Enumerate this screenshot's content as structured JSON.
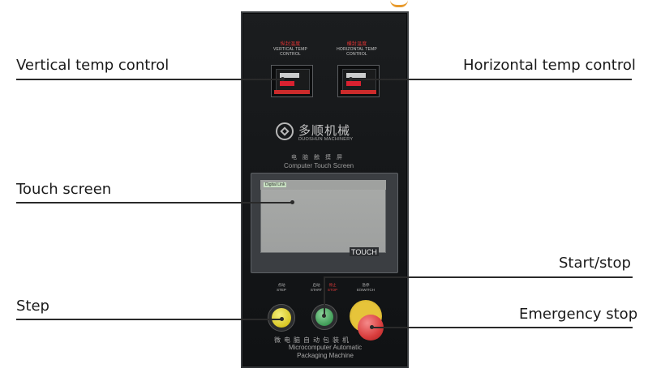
{
  "callouts": {
    "vertical_temp": "Vertical temp control",
    "horizontal_temp": "Horizontal temp control",
    "touch_screen": "Touch screen",
    "start_stop": "Start/stop",
    "step": "Step",
    "emergency_stop": "Emergency stop"
  },
  "panel": {
    "vertical_title_cn": "纵封温度",
    "vertical_title_en": "VERTICAL TEMP CONTROL",
    "horizontal_title_cn": "横封温度",
    "horizontal_title_en": "HORIZONTAL TEMP CONTROL",
    "brand_name": "多顺机械",
    "brand_sub": "DUOSHUN MACHINERY",
    "touch_cn": "电脑触摸屏",
    "touch_en": "Computer Touch Screen",
    "screen_tag": "Digital Link",
    "touch_badge": "TOUCH",
    "step_cn": "点动",
    "step_en": "STEP",
    "start_cn": "启动",
    "start_en": "START",
    "stop_cn": "停止",
    "stop_en": "STOP",
    "estop_cn": "急停",
    "estop_en": "E/SWITCH",
    "footer_cn": "微电脑自动包装机",
    "footer_en_1": "Microcomputer Automatic",
    "footer_en_2": "Packaging Machine"
  },
  "colors": {
    "panel_bg": "#141618",
    "step_button": "#d8c725",
    "start_button": "#3f9c57",
    "estop_button": "#d93d3d",
    "estop_ring": "#e6c43a",
    "accent_red": "#e23b3b"
  }
}
